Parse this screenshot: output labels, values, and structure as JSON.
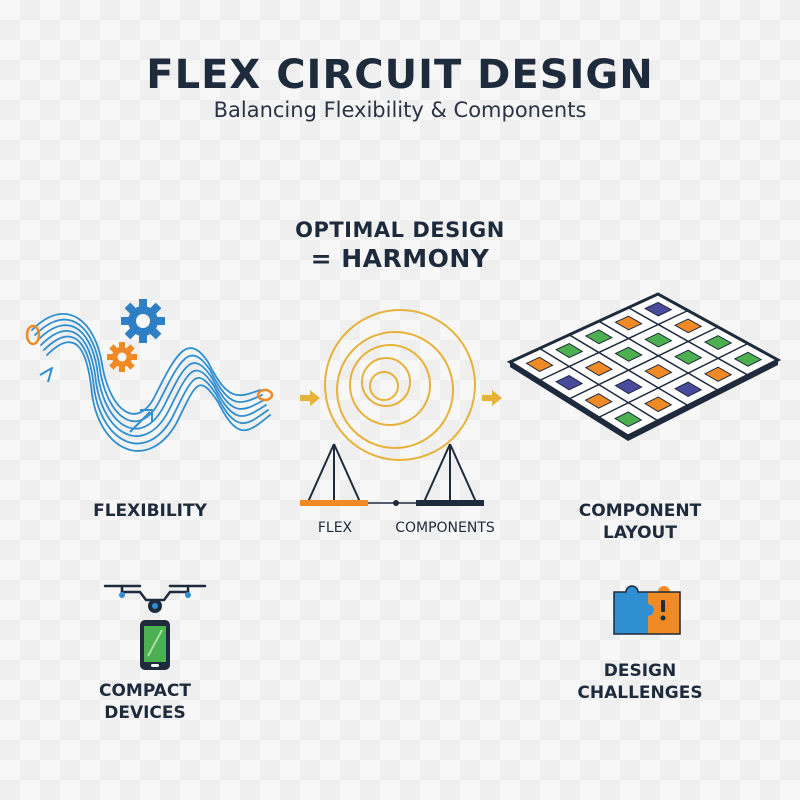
{
  "header": {
    "title": "FLEX CIRCUIT DESIGN",
    "subtitle": "Balancing Flexibility & Components"
  },
  "center": {
    "heading_line1": "OPTIMAL DESIGN",
    "heading_line2": "= HARMONY",
    "scale_left_label": "FLEX",
    "scale_right_label": "COMPONENTS"
  },
  "panels": {
    "flexibility": {
      "label": "FLEXIBILITY",
      "icons": [
        "flex-ribbon-icon",
        "gear-icon",
        "gear-icon"
      ]
    },
    "component_layout": {
      "label_line1": "COMPONENT",
      "label_line2": "LAYOUT",
      "icons": [
        "circuit-board-icon"
      ]
    },
    "compact_devices": {
      "label_line1": "COMPACT",
      "label_line2": "DEVICES",
      "icons": [
        "drone-icon",
        "smartphone-icon"
      ]
    },
    "design_challenges": {
      "label_line1": "DESIGN",
      "label_line2": "CHALLENGES",
      "icons": [
        "puzzle-icon"
      ]
    }
  },
  "colors": {
    "navy": "#1e2b3d",
    "blue": "#2f8fd0",
    "orange": "#f08a24",
    "gold": "#e8b13a",
    "green": "#4caf50",
    "purple": "#4a4a9c"
  }
}
